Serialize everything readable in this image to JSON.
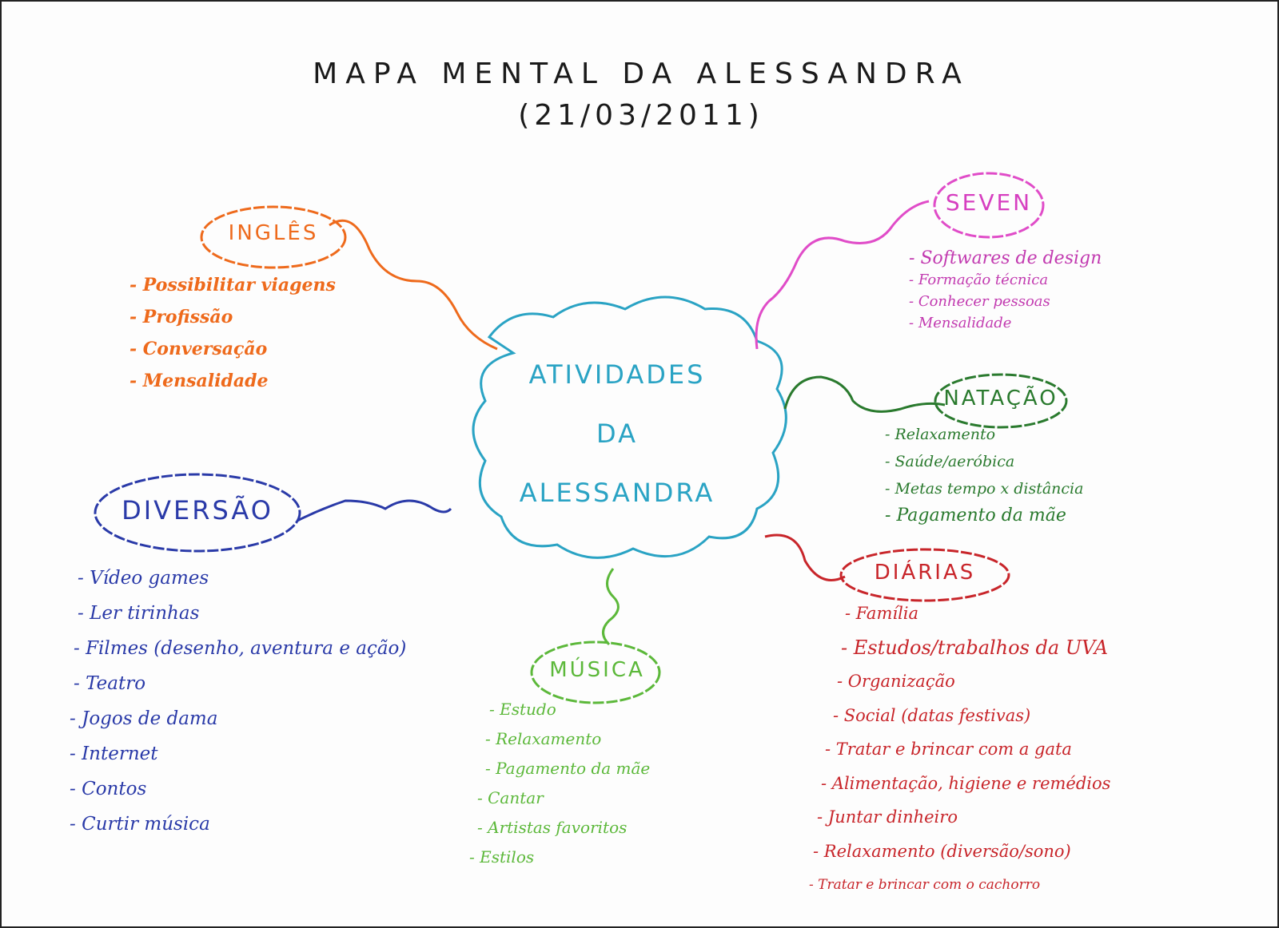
{
  "title": "MAPA MENTAL DA ALESSANDRA",
  "date": "(21/03/2011)",
  "center": {
    "lines": [
      "ATIVIDADES",
      "DA",
      "ALESSANDRA"
    ],
    "color": "#2aa3c4"
  },
  "branches": {
    "ingles": {
      "label": "INGLÊS",
      "color": "#ee6a1c",
      "items": [
        "Possibilitar viagens",
        "Profissão",
        "Conversação",
        "Mensalidade"
      ]
    },
    "seven": {
      "label": "SEVEN",
      "color": "#d63fc0",
      "items": [
        "Softwares de design",
        "Formação técnica",
        "Conhecer pessoas",
        "Mensalidade"
      ]
    },
    "natacao": {
      "label": "NATAÇÃO",
      "color": "#2a7a2e",
      "items": [
        "Relaxamento",
        "Saúde/aeróbica",
        "Metas tempo x distância",
        "Pagamento da mãe"
      ]
    },
    "diarias": {
      "label": "DIÁRIAS",
      "color": "#c8252a",
      "items": [
        "Família",
        "Estudos/trabalhos da UVA",
        "Organização",
        "Social (datas festivas)",
        "Tratar e brincar com a gata",
        "Alimentação, higiene e remédios",
        "Juntar dinheiro",
        "Relaxamento (diversão/sono)",
        "Tratar e brincar com o cachorro"
      ]
    },
    "diversao": {
      "label": "DIVERSÃO",
      "color": "#2a3aa8",
      "items": [
        "Vídeo games",
        "Ler tirinhas",
        "Filmes (desenho, aventura e ação)",
        "Teatro",
        "Jogos de dama",
        "Internet",
        "Contos",
        "Curtir música"
      ]
    },
    "musica": {
      "label": "MÚSICA",
      "color": "#5cb83a",
      "items": [
        "Estudo",
        "Relaxamento",
        "Pagamento da mãe",
        "Cantar",
        "Artistas favoritos",
        "Estilos"
      ]
    }
  }
}
